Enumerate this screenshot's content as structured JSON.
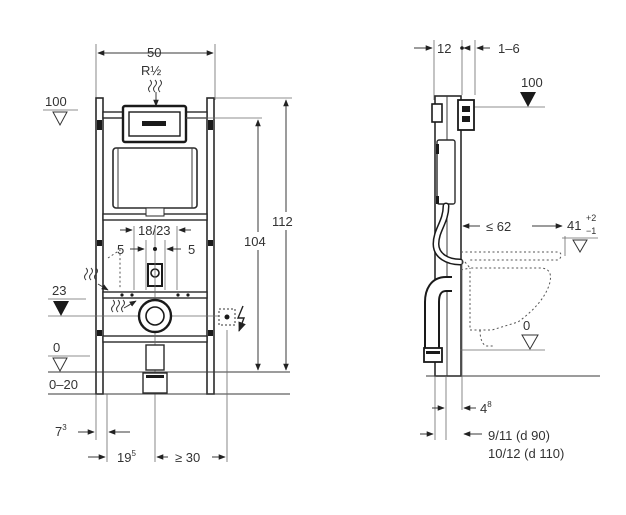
{
  "colors": {
    "ink": "#2a2a2a",
    "background": "#ffffff"
  },
  "front_view": {
    "dim_width": "50",
    "supply": "R½",
    "level_100": "100",
    "level_23": "23",
    "level_0": "0",
    "range_0_20": "0–20",
    "dim_104": "104",
    "dim_112": "112",
    "dim_18_23": "18/23",
    "dim_5_left": "5",
    "dim_5_right": "5",
    "dim_7": "7",
    "dim_7_sup": "3",
    "dim_19": "19",
    "dim_19_sup": "5",
    "dim_30": "≥ 30"
  },
  "side_view": {
    "dim_12": "12",
    "dim_1_6": "1–6",
    "level_100": "100",
    "dim_62": "≤ 62",
    "dim_41": "41",
    "dim_41_tol_plus": "+2",
    "dim_41_tol_minus": "−1",
    "level_0": "0",
    "dim_4": "4",
    "dim_4_sup": "8",
    "dim_9_11": "9/11  (d 90)",
    "dim_10_12": "10/12 (d 110)"
  }
}
